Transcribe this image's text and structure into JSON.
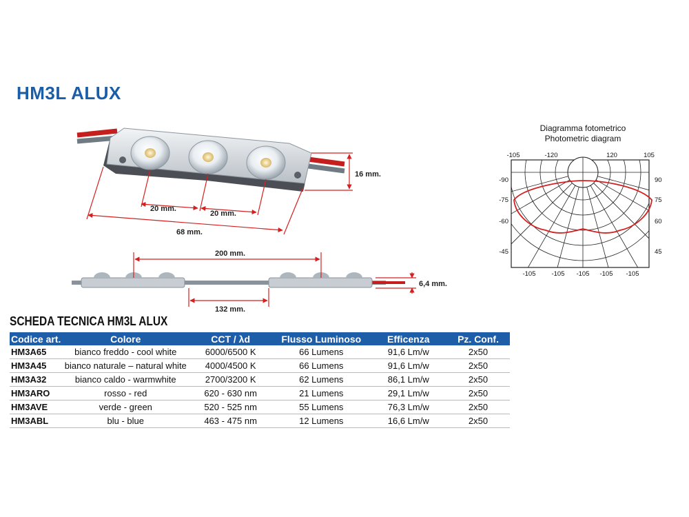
{
  "title": "HM3L ALUX",
  "dimensions": {
    "height": "16 mm.",
    "spacing_left": "20 mm.",
    "spacing_right": "20 mm.",
    "length": "68 mm.",
    "chain_pitch": "200 mm.",
    "chain_bottom": "132 mm.",
    "thickness": "6,4 mm."
  },
  "photometric": {
    "title_it": "Diagramma fotometrico",
    "title_en": "Photometric diagram",
    "top_labels": [
      "-105",
      "-120",
      "120",
      "105"
    ],
    "left_labels": [
      "-90",
      "-75",
      "-60",
      "-45"
    ],
    "right_labels": [
      "90",
      "75",
      "60",
      "45"
    ],
    "bottom_labels": [
      "-105",
      "-105",
      "-105",
      "-105",
      "-105"
    ],
    "curve_color": "#d42020"
  },
  "table": {
    "title": "SCHEDA TECNICA HM3L ALUX",
    "header_color": "#1e5ea9",
    "headers": [
      "Codice art.",
      "Colore",
      "CCT / λd",
      "Flusso Luminoso",
      "Efficenza",
      "Pz. Conf."
    ],
    "rows": [
      [
        "HM3A65",
        "bianco freddo - cool white",
        "6000/6500 K",
        "66 Lumens",
        "91,6 Lm/w",
        "2x50"
      ],
      [
        "HM3A45",
        "bianco naturale – natural white",
        "4000/4500 K",
        "66 Lumens",
        "91,6 Lm/w",
        "2x50"
      ],
      [
        "HM3A32",
        "bianco caldo - warmwhite",
        "2700/3200 K",
        "62 Lumens",
        "86,1 Lm/w",
        "2x50"
      ],
      [
        "HM3ARO",
        "rosso - red",
        "620 - 630 nm",
        "21 Lumens",
        "29,1 Lm/w",
        "2x50"
      ],
      [
        "HM3AVE",
        "verde - green",
        "520 - 525 nm",
        "55 Lumens",
        "76,3 Lm/w",
        "2x50"
      ],
      [
        "HM3ABL",
        "blu - blue",
        "463 - 475 nm",
        "12 Lumens",
        "16,6 Lm/w",
        "2x50"
      ]
    ]
  }
}
